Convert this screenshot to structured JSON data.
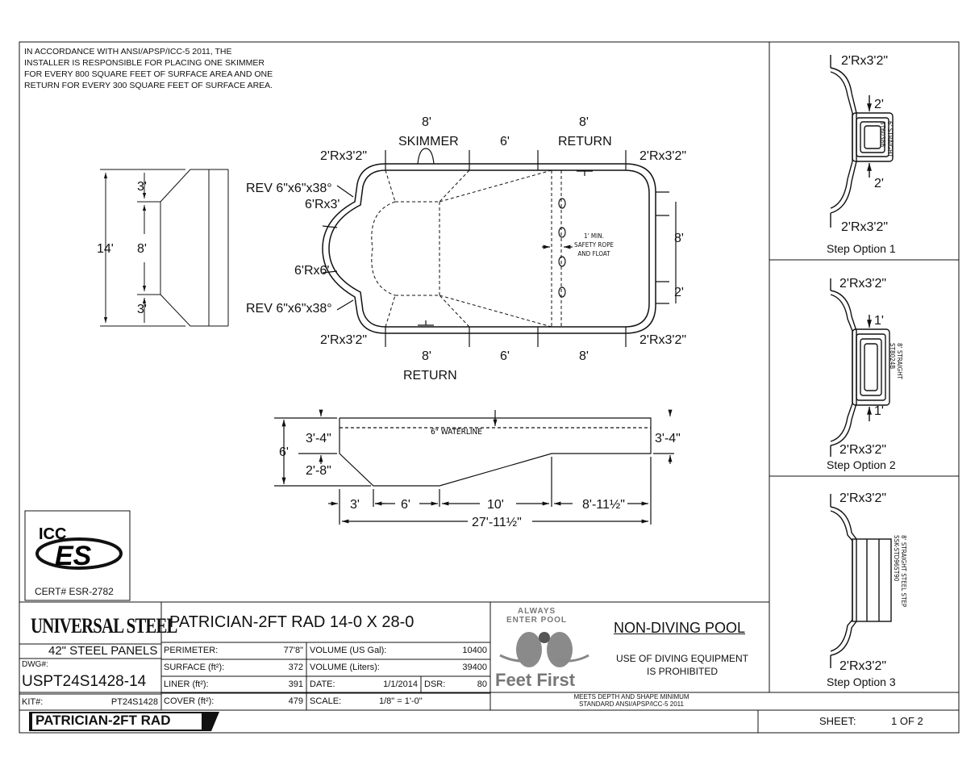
{
  "note": "IN ACCORDANCE WITH ANSI/APSP/ICC-5 2011, THE\nINSTALLER IS RESPONSIBLE FOR PLACING ONE SKIMMER\nFOR EVERY 800 SQUARE FEET OF SURFACE AREA AND ONE\nRETURN FOR EVERY 300 SQUARE FEET OF SURFACE AREA.",
  "plan": {
    "corner_tl": "2'Rx3'2\"",
    "corner_tr": "2'Rx3'2\"",
    "corner_bl": "2'Rx3'2\"",
    "corner_br": "2'Rx3'2\"",
    "top_8a": "8'",
    "top_skimmer": "SKIMMER",
    "top_6": "6'",
    "top_8b": "8'",
    "top_return": "RETURN",
    "bot_8a": "8'",
    "bot_return": "RETURN",
    "bot_6": "6'",
    "bot_8b": "8'",
    "rev_top": "REV 6\"x6\"x38°",
    "r6x3": "6'Rx3'",
    "r6x6": "6'Rx6'",
    "rev_bot": "REV 6\"x6\"x38°",
    "right_8": "8'",
    "right_2": "2'",
    "safety": "1' MIN.\nSAFETY ROPE\nAND FLOAT"
  },
  "widths": {
    "total": "14'",
    "mid": "8'",
    "top": "3'",
    "bot": "3'"
  },
  "section": {
    "left_depth": "6'",
    "left_shallow": "3'-4\"",
    "left_steps": "2'-8\"",
    "right_shallow": "3'-4\"",
    "waterline": "6\" WATERLINE",
    "seg1": "3'",
    "seg2": "6'",
    "seg3": "10'",
    "seg4": "8'-11½\"",
    "total_len": "27'-11½\""
  },
  "steps": [
    {
      "caption": "Step Option 1",
      "top": "2'Rx3'2\"",
      "bottom": "2'Rx3'2\"",
      "d1": "2'",
      "d2": "2'",
      "code": "6' STRAIGHT\nST6038B"
    },
    {
      "caption": "Step Option 2",
      "top": "2'Rx3'2\"",
      "bottom": "2'Rx3'2\"",
      "d1": "1'",
      "d2": "1'",
      "code": "8' STRAIGHT\nST8024B"
    },
    {
      "caption": "Step Option 3",
      "top": "2'Rx3'2\"",
      "bottom": "2'Rx3'2\"",
      "code": "8' STRAIGHT STEEL STEP\nSSK-STD96ST90"
    }
  ],
  "cert": {
    "logo_text": "ICC ES",
    "number": "CERT# ESR-2782"
  },
  "title_block": {
    "brand": "UNIVERSAL STEEL",
    "panels": "42\"  STEEL PANELS",
    "dwg_label": "DWG#:",
    "dwg": "USPT24S1428-14",
    "kit_label": "KIT#:",
    "kit": "PT24S1428",
    "model_title": "PATRICIAN-2FT RAD 14-0 X 28-0",
    "perimeter_label": "PERIMETER:",
    "perimeter": "77'8\"",
    "surface_label": "SURFACE (ft²):",
    "surface": "372",
    "liner_label": "LINER (ft²):",
    "liner": "391",
    "cover_label": "COVER (ft²):",
    "cover": "479",
    "vol_gal_label": "VOLUME (US Gal):",
    "vol_gal": "10400",
    "vol_l_label": "VOLUME (Liters):",
    "vol_l": "39400",
    "date_label": "DATE:",
    "date": "1/1/2014",
    "dsr_label": "DSR:",
    "dsr": "80",
    "scale_label": "SCALE:",
    "scale": "1/8\" = 1'-0\"",
    "badge_top": "ALWAYS\nENTER POOL",
    "badge_bottom": "Feet First",
    "nondiving": "NON-DIVING POOL",
    "warning": "USE OF DIVING EQUIPMENT\nIS PROHIBITED",
    "standard": "MEETS DEPTH AND SHAPE MINIMUM\nSTANDARD ANSI/APSP/ICC-5 2011",
    "model_banner": "PATRICIAN-2FT RAD",
    "sheet_label": "SHEET:",
    "sheet": "1 OF 2"
  }
}
